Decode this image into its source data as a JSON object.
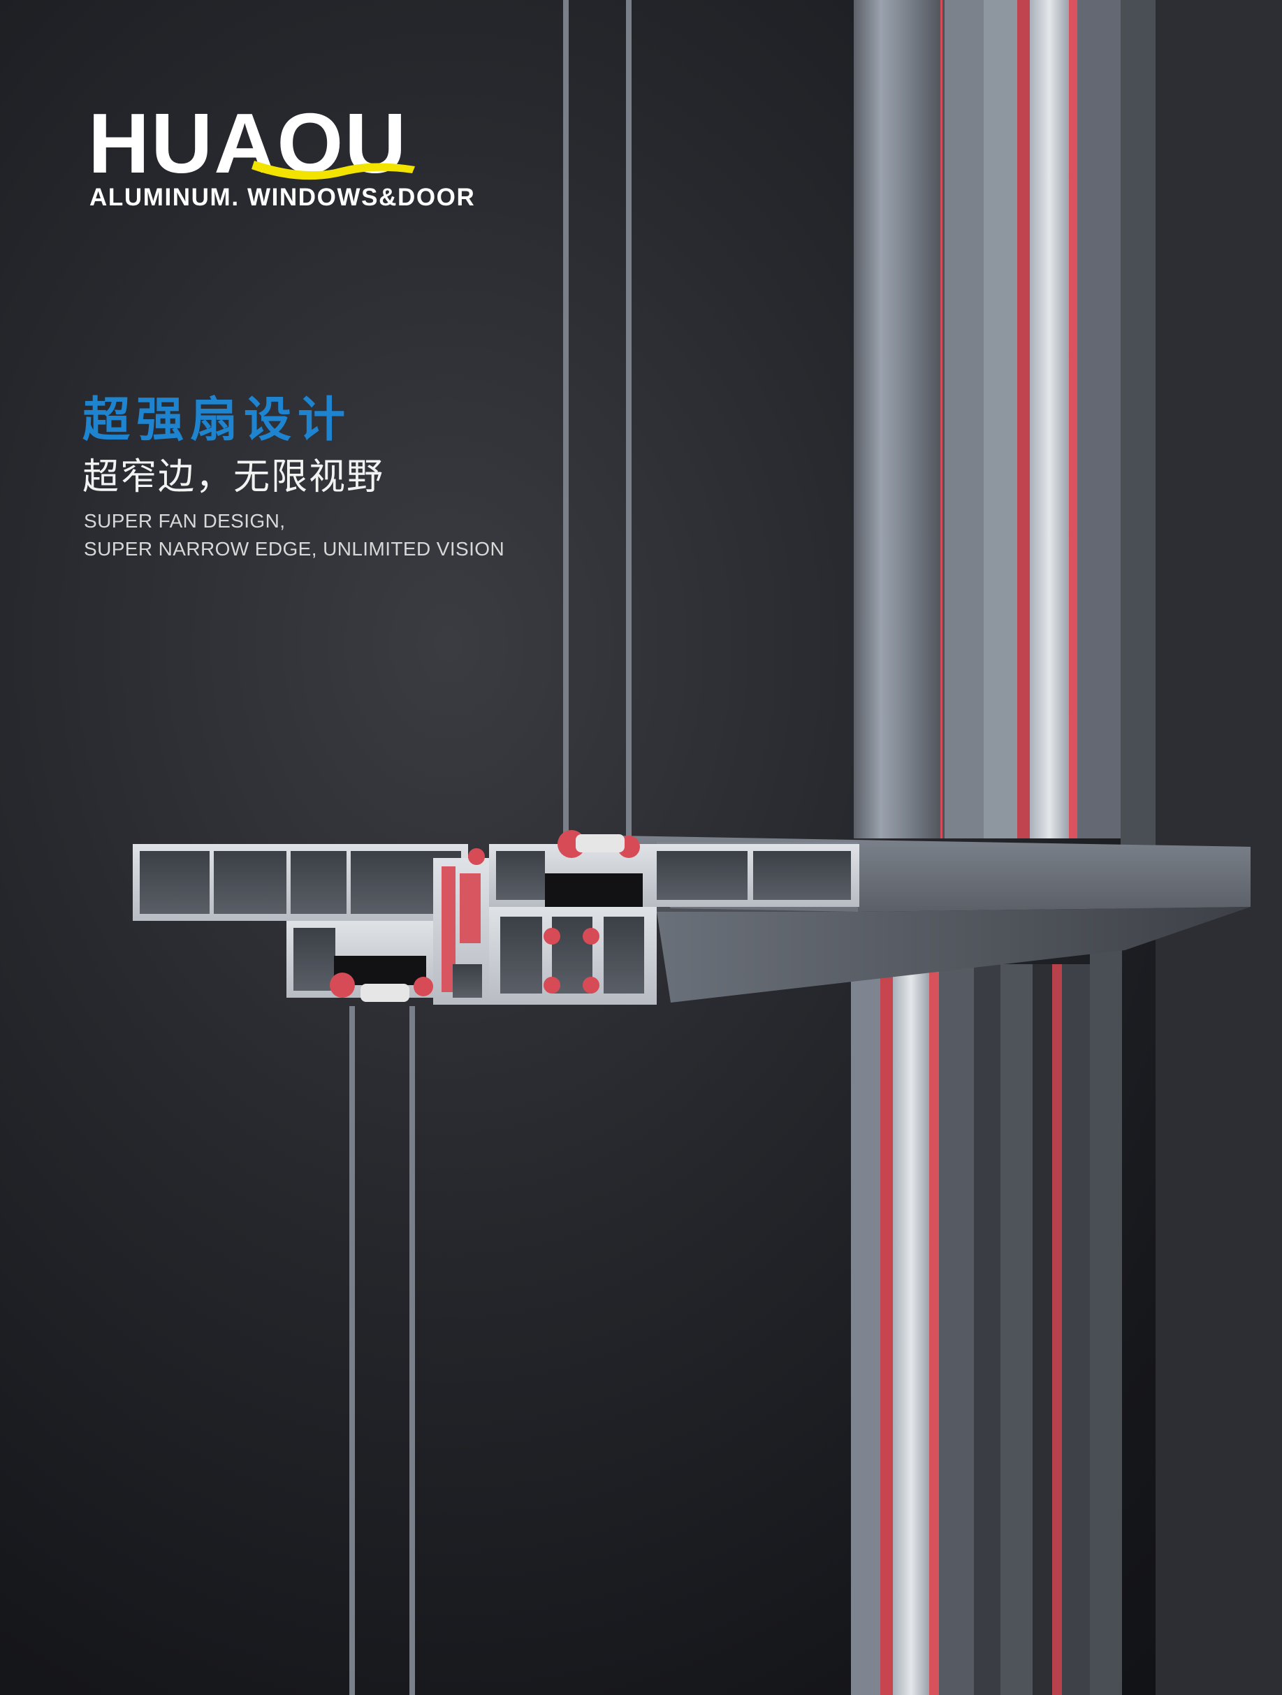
{
  "brand": {
    "logo_word": "HUAOU",
    "tagline": "ALUMINUM. WINDOWS&DOOR",
    "swoosh_color": "#f2e400"
  },
  "headline": {
    "title": "超强扇设计",
    "subtitle": "超窄边，无限视野",
    "english_line_1": "SUPER FAN DESIGN,",
    "english_line_2": "SUPER NARROW EDGE, UNLIMITED VISION"
  },
  "colors": {
    "background": "#1b1c20",
    "accent_blue": "#1e84cf",
    "gasket_red": "#e0505a",
    "aluminum": "#c9ccd2"
  }
}
